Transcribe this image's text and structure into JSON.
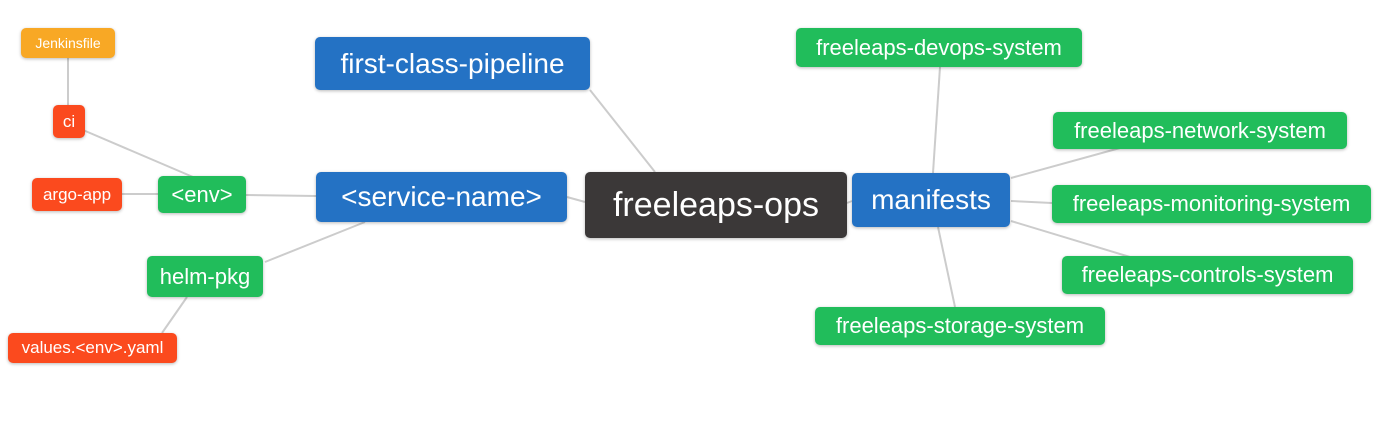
{
  "palette": {
    "blue": "#2472C4",
    "green": "#21BD5B",
    "orange": "#F8A825",
    "red": "#FB4A1E",
    "dark": "#3B3838",
    "edge": "#CCCCCC",
    "text": "#FFFFFF"
  },
  "nodes": [
    {
      "id": "jenkinsfile",
      "label": "Jenkinsfile",
      "color": "orange"
    },
    {
      "id": "ci",
      "label": "ci",
      "color": "red"
    },
    {
      "id": "argo-app",
      "label": "argo-app",
      "color": "red"
    },
    {
      "id": "env",
      "label": "<env>",
      "color": "green"
    },
    {
      "id": "service-name",
      "label": "<service-name>",
      "color": "blue"
    },
    {
      "id": "first-class-pipeline",
      "label": "first-class-pipeline",
      "color": "blue"
    },
    {
      "id": "helm-pkg",
      "label": "helm-pkg",
      "color": "green"
    },
    {
      "id": "values-env-yaml",
      "label": "values.<env>.yaml",
      "color": "red"
    },
    {
      "id": "freeleaps-ops",
      "label": "freeleaps-ops",
      "color": "dark"
    },
    {
      "id": "manifests",
      "label": "manifests",
      "color": "blue"
    },
    {
      "id": "freeleaps-devops-system",
      "label": "freeleaps-devops-system",
      "color": "green"
    },
    {
      "id": "freeleaps-network-system",
      "label": "freeleaps-network-system",
      "color": "green"
    },
    {
      "id": "freeleaps-monitoring-system",
      "label": "freeleaps-monitoring-system",
      "color": "green"
    },
    {
      "id": "freeleaps-controls-system",
      "label": "freeleaps-controls-system",
      "color": "green"
    },
    {
      "id": "freeleaps-storage-system",
      "label": "freeleaps-storage-system",
      "color": "green"
    }
  ],
  "edges": [
    {
      "from": "Jenkinsfile",
      "to": "ci"
    },
    {
      "from": "ci",
      "to": "<env>"
    },
    {
      "from": "argo-app",
      "to": "<env>"
    },
    {
      "from": "<env>",
      "to": "<service-name>"
    },
    {
      "from": "helm-pkg",
      "to": "<service-name>"
    },
    {
      "from": "values.<env>.yaml",
      "to": "helm-pkg"
    },
    {
      "from": "<service-name>",
      "to": "freeleaps-ops"
    },
    {
      "from": "first-class-pipeline",
      "to": "freeleaps-ops"
    },
    {
      "from": "freeleaps-ops",
      "to": "manifests"
    },
    {
      "from": "manifests",
      "to": "freeleaps-devops-system"
    },
    {
      "from": "manifests",
      "to": "freeleaps-network-system"
    },
    {
      "from": "manifests",
      "to": "freeleaps-monitoring-system"
    },
    {
      "from": "manifests",
      "to": "freeleaps-controls-system"
    },
    {
      "from": "manifests",
      "to": "freeleaps-storage-system"
    }
  ]
}
